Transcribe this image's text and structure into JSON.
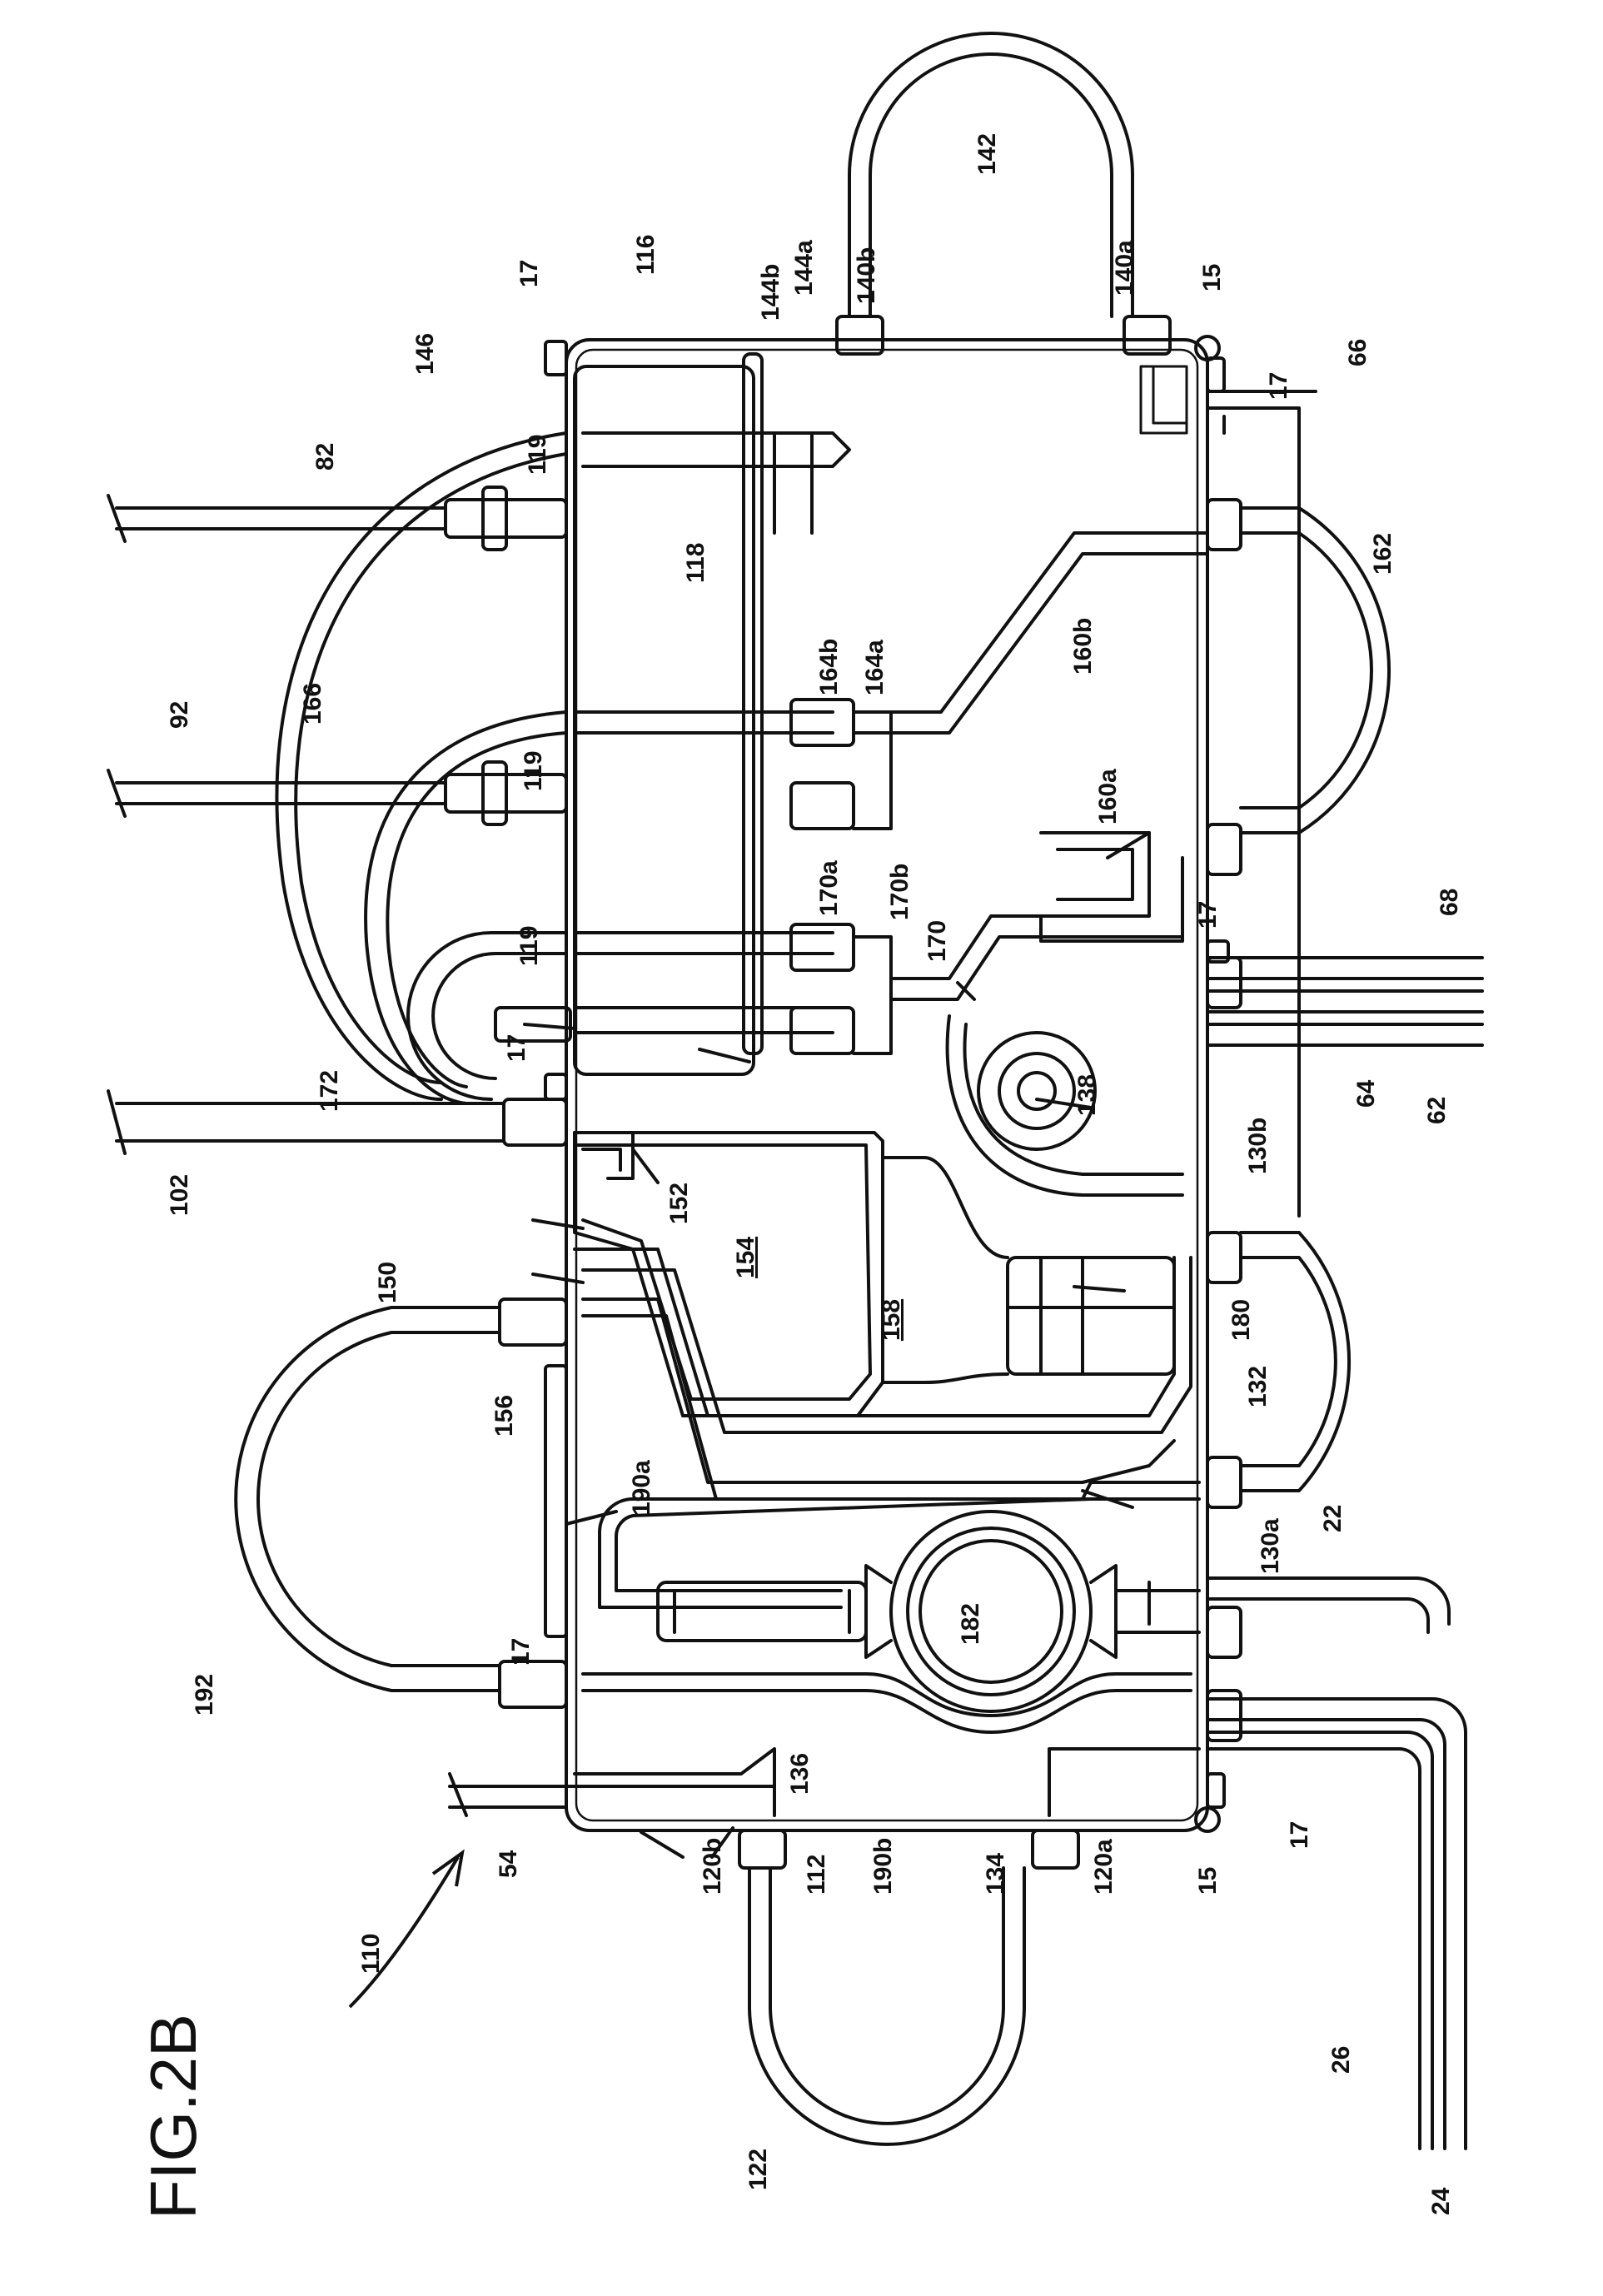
{
  "figure": {
    "title": "FIG.2B",
    "line_color": "#111111",
    "background": "#ffffff"
  },
  "labels": {
    "l110": "110",
    "l54": "54",
    "l120b": "120b",
    "l112": "112",
    "l190b": "190b",
    "l134": "134",
    "l120a": "120a",
    "l15a": "15",
    "l15b": "15",
    "l122": "122",
    "l26": "26",
    "l24": "24",
    "l17a": "17",
    "l17b": "17",
    "l17c": "17",
    "l17d": "17",
    "l17e": "17",
    "l17f": "17",
    "l192": "192",
    "l136": "136",
    "l156": "156",
    "l150": "150",
    "l190a": "190a",
    "l182": "182",
    "l130a": "130a",
    "l22": "22",
    "l102": "102",
    "l152": "152",
    "l154": "154",
    "l158": "158",
    "l180": "180",
    "l132": "132",
    "l172": "172",
    "l119a": "119",
    "l119b": "119",
    "l119c": "119",
    "l170a": "170a",
    "l170b": "170b",
    "l170": "170",
    "l138": "138",
    "l130b": "130b",
    "l64": "64",
    "l62": "62",
    "l68": "68",
    "l92": "92",
    "l166": "166",
    "l164b": "164b",
    "l164a": "164a",
    "l160a": "160a",
    "l160b": "160b",
    "l162": "162",
    "l82": "82",
    "l146": "146",
    "l118": "118",
    "l116": "116",
    "l144b": "144b",
    "l144a": "144a",
    "l140b": "140b",
    "l140a": "140a",
    "l142": "142",
    "l66": "66"
  }
}
